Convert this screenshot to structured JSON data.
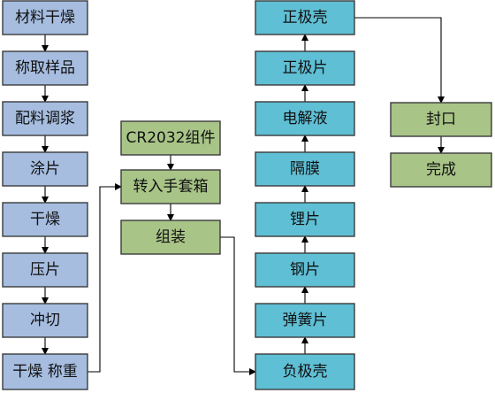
{
  "colors": {
    "blue_box": "#a6bde0",
    "cyan_box": "#5fbfd5",
    "green_box": "#a8c487",
    "border": "#3b3b3b",
    "connector": "#000000"
  },
  "nodes": [
    {
      "id": "n1",
      "label": "材料干燥"
    },
    {
      "id": "n2",
      "label": "称取样品"
    },
    {
      "id": "n3",
      "label": "配料调浆"
    },
    {
      "id": "n4",
      "label": "涂片"
    },
    {
      "id": "n5",
      "label": "干燥"
    },
    {
      "id": "n6",
      "label": "压片"
    },
    {
      "id": "n7",
      "label": "冲切"
    },
    {
      "id": "n8",
      "label": "干燥  称重"
    },
    {
      "id": "g1",
      "label": "CR2032组件"
    },
    {
      "id": "g2",
      "label": "转入手套箱"
    },
    {
      "id": "g3",
      "label": "组装"
    },
    {
      "id": "c1",
      "label": "正极壳"
    },
    {
      "id": "c2",
      "label": "正极片"
    },
    {
      "id": "c3",
      "label": "电解液"
    },
    {
      "id": "c4",
      "label": "隔膜"
    },
    {
      "id": "c5",
      "label": "锂片"
    },
    {
      "id": "c6",
      "label": "钢片"
    },
    {
      "id": "c7",
      "label": "弹簧片"
    },
    {
      "id": "c8",
      "label": "负极壳"
    },
    {
      "id": "f1",
      "label": "封口"
    },
    {
      "id": "f2",
      "label": "完成"
    }
  ],
  "edges": [
    {
      "from": "n1",
      "to": "n2"
    },
    {
      "from": "n2",
      "to": "n3"
    },
    {
      "from": "n3",
      "to": "n4"
    },
    {
      "from": "n4",
      "to": "n5"
    },
    {
      "from": "n5",
      "to": "n6"
    },
    {
      "from": "n6",
      "to": "n7"
    },
    {
      "from": "n7",
      "to": "n8"
    },
    {
      "from": "n8",
      "to": "g2"
    },
    {
      "from": "g1",
      "to": "g2"
    },
    {
      "from": "g2",
      "to": "g3"
    },
    {
      "from": "g3",
      "to": "c8"
    },
    {
      "from": "c8",
      "to": "c7"
    },
    {
      "from": "c7",
      "to": "c6"
    },
    {
      "from": "c6",
      "to": "c5"
    },
    {
      "from": "c5",
      "to": "c4"
    },
    {
      "from": "c4",
      "to": "c3"
    },
    {
      "from": "c3",
      "to": "c2"
    },
    {
      "from": "c2",
      "to": "c1"
    },
    {
      "from": "c1",
      "to": "f1"
    },
    {
      "from": "f1",
      "to": "f2"
    }
  ]
}
